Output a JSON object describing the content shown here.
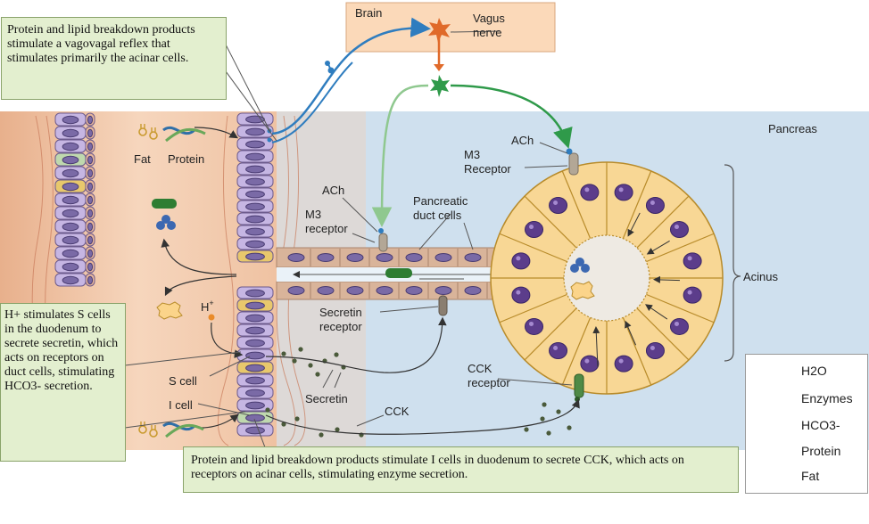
{
  "labels": {
    "brain": "Brain",
    "vagus_nerve": "Vagus\nnerve",
    "pancreas": "Pancreas",
    "ach_top": "ACh",
    "m3_receptor_top": "M3\nReceptor",
    "ach_duct": "ACh",
    "m3_receptor_duct": "M3\nreceptor",
    "pancreatic_duct_cells": "Pancreatic\nduct cells",
    "acinus": "Acinus",
    "fat": "Fat",
    "protein": "Protein",
    "h_plus": "H+",
    "secretin_receptor": "Secretin\nreceptor",
    "s_cell": "S cell",
    "i_cell": "I cell",
    "secretin": "Secretin",
    "cck": "CCK",
    "cck_receptor": "CCK\nreceptor"
  },
  "callouts": {
    "vagovagal": "Protein and lipid breakdown products stimulate a vagovagal reflex that stimulates primarily the acinar cells.",
    "s_cells": "H+ stimulates S cells in the duodenum to secrete secretin, which acts on receptors on duct cells, stimulating HCO3- secretion.",
    "i_cells": "Protein and lipid breakdown products stimulate I cells in duodenum to secrete CCK, which acts on receptors on acinar cells, stimulating enzyme secretion."
  },
  "legend": {
    "h2o": "H2O",
    "enzymes": "Enzymes",
    "hco3": "HCO3-",
    "protein": "Protein",
    "fat": "Fat"
  },
  "colors": {
    "pancreas_bg": "#cfe0ee",
    "intestine_bg": "#f1c7a6",
    "brain_box": "#fbd9b9",
    "acinar_cell": "#f8d795",
    "nucleus": "#5c3d8b",
    "vagus_blue": "#2f7dbf",
    "efferent_green": "#2f9a4a",
    "secretin_dot": "#4a5a3a",
    "hco3_green": "#2e7d32",
    "callout_bg": "#e3efcf"
  }
}
